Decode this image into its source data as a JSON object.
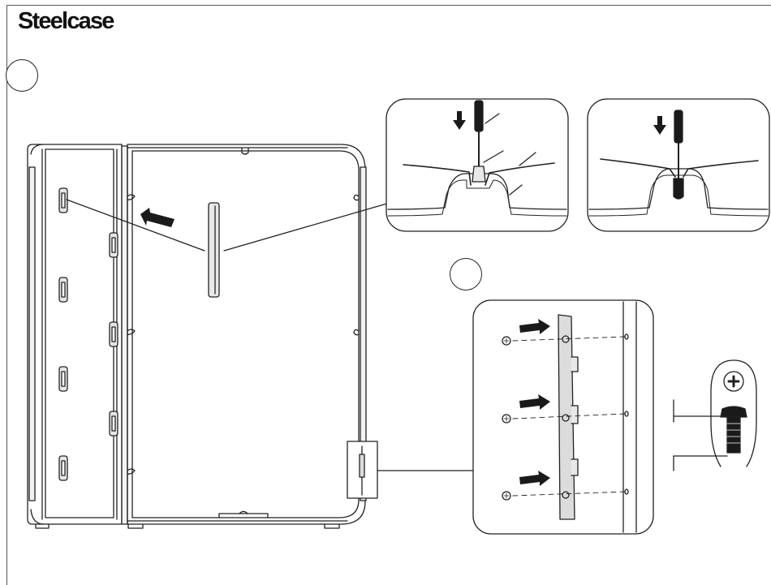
{
  "header": {
    "brand_name": "Steelcase"
  },
  "steps": [
    {
      "number": "",
      "label": "step-1-circle"
    },
    {
      "number": "",
      "label": "step-2-circle"
    }
  ],
  "colors": {
    "line": "#222222",
    "arrow": "#1a1a1a",
    "panel_bg": "#ffffff",
    "trim_fill": "#e8e8e8",
    "bracket_fill": "#dcdcdc"
  },
  "icons": {
    "press_arrow": "down-arrow-icon",
    "install_arrow": "right-arrow-icon",
    "screw": "phillips-screw-icon",
    "screwdriver": "screwdriver-icon"
  }
}
